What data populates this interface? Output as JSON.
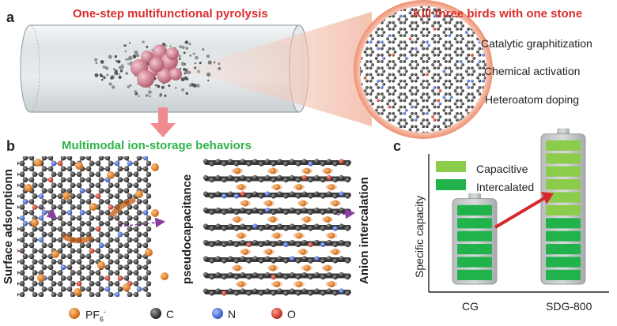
{
  "panels": {
    "a": {
      "letter": "a",
      "title": "One-step multifunctional pyrolysis",
      "callout_title": "Kill three birds with one stone",
      "items": [
        "Catalytic graphitization",
        "Chemical activation",
        "Heteroatom doping"
      ]
    },
    "b": {
      "letter": "b",
      "title": "Multimodal ion-storage behaviors",
      "labels": {
        "surface": "Surface adsorptionn",
        "pseudo": "pseudocapacitance",
        "anion": "Anion intercalation"
      },
      "legend": [
        {
          "label": "PF",
          "sub": "6",
          "sup": "-",
          "color": "#e3822b"
        },
        {
          "label": "C",
          "color": "#2b2b2b"
        },
        {
          "label": "N",
          "color": "#4f73d8"
        },
        {
          "label": "O",
          "color": "#d63a2e"
        }
      ]
    },
    "c": {
      "letter": "c",
      "ylabel": "Specific capacity",
      "legend": [
        {
          "label": "Capacitive",
          "color": "#8ccc4b"
        },
        {
          "label": "Intercalated",
          "color": "#22b24c"
        }
      ]
    }
  },
  "chart_data": {
    "type": "bar",
    "categories": [
      "CG",
      "SDG-800"
    ],
    "series": [
      {
        "name": "Intercalated",
        "values": [
          6,
          5
        ]
      },
      {
        "name": "Capacitive",
        "values": [
          0,
          6
        ]
      }
    ],
    "ylabel": "Specific capacity",
    "xlabel": "",
    "colors": {
      "Capacitive": "#8ccc4b",
      "Intercalated": "#22b24c"
    }
  }
}
